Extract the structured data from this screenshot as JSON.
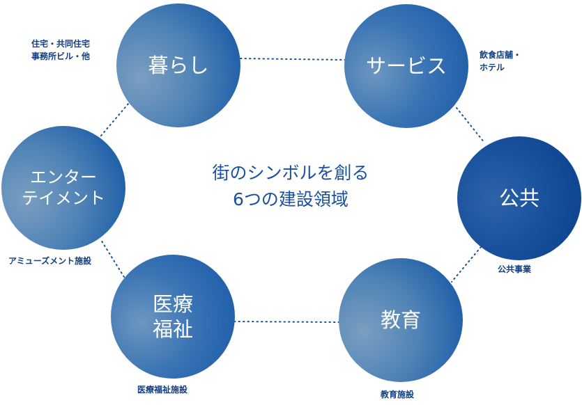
{
  "center_title": {
    "line1": "街のシンボルを創る",
    "line2": "6つの建設領域"
  },
  "domains": [
    {
      "name": "暮らし",
      "caption_lines": [
        "住宅・共同住宅",
        "事務所ビル・他"
      ]
    },
    {
      "name": "サービス",
      "caption_lines": [
        "飲食店舗・",
        "ホテル"
      ]
    },
    {
      "name": "公共",
      "caption_lines": [
        "公共事業"
      ]
    },
    {
      "name": "教育",
      "caption_lines": [
        "教育施設"
      ]
    },
    {
      "name_lines": [
        "医療",
        "福祉"
      ],
      "caption_lines": [
        "医療福祉施設"
      ]
    },
    {
      "name_lines": [
        "エンター",
        "テイメント"
      ],
      "caption_lines": [
        "アミューズメント施設"
      ]
    }
  ],
  "colors": {
    "accent": "#184f9f",
    "circle_dark": "#0c3f8a",
    "circle_light": "#4f82b6"
  }
}
